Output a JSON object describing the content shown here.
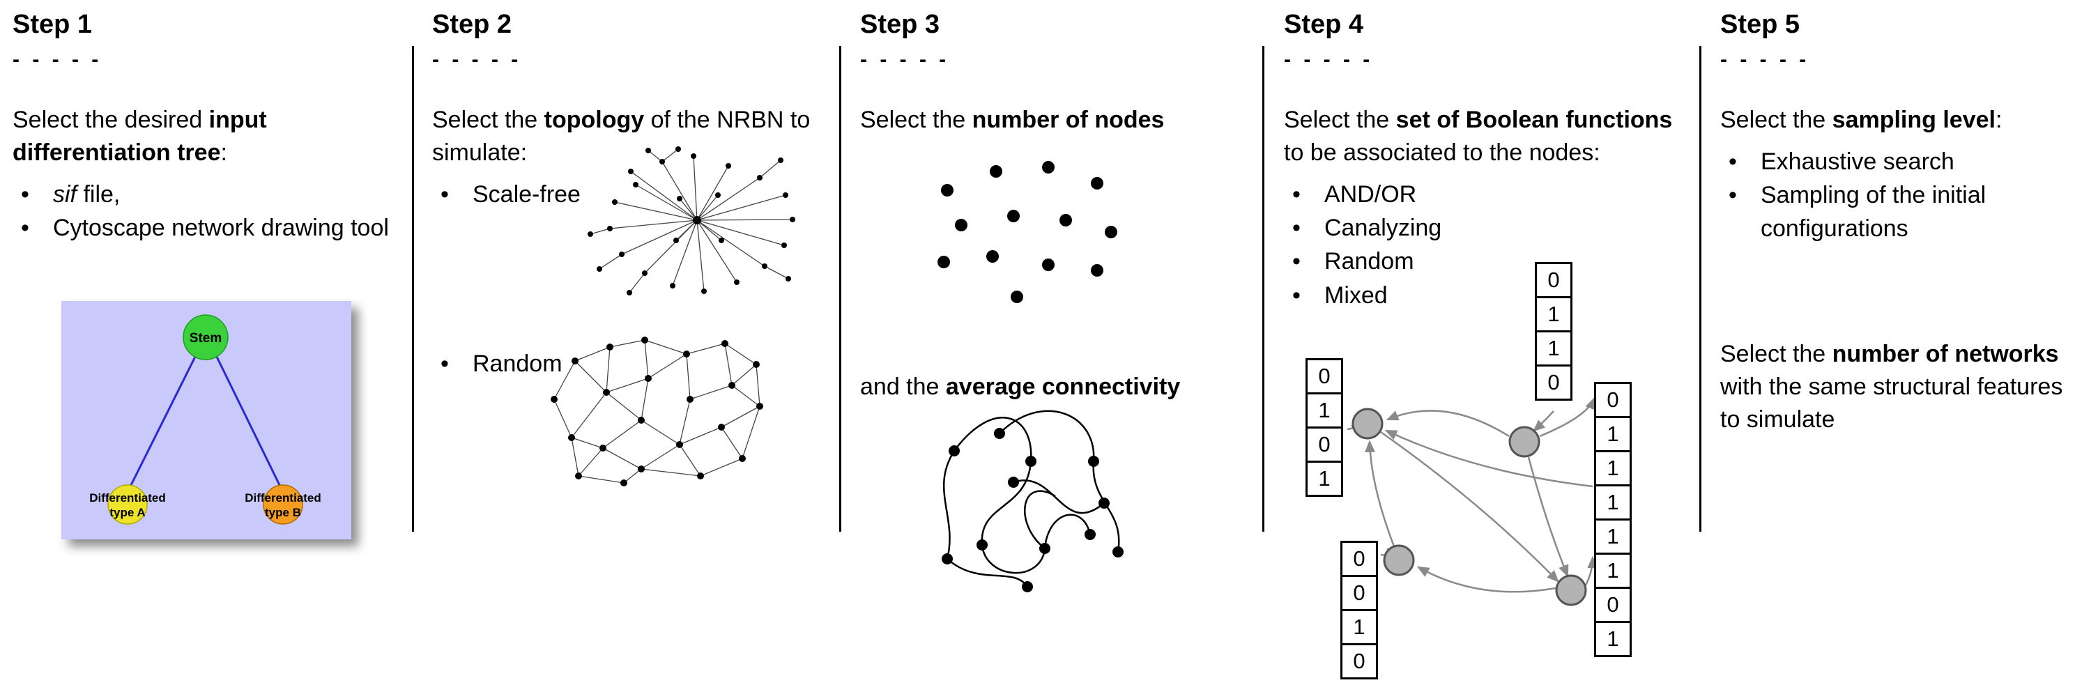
{
  "bullet_char": "•",
  "steps": [
    {
      "title": "Step 1",
      "dashes": "- - - - -",
      "intro": {
        "pre": "Select the desired ",
        "bold": "input differentiation tree",
        "post": ":"
      },
      "bullets": [
        {
          "italic": "sif",
          "rest": " file,"
        },
        {
          "rest": "Cytoscape network drawing tool"
        }
      ],
      "tree": {
        "stem_label": "Stem",
        "type_a_line1": "Differentiated",
        "type_a_line2": "type A",
        "type_b_line1": "Differentiated",
        "type_b_line2": "type B",
        "colors": {
          "background": "#c9c9fb",
          "stem": "#3bd13b",
          "type_a": "#ece32a",
          "type_b": "#f59d20",
          "edge": "#2a2ad0"
        }
      }
    },
    {
      "title": "Step 2",
      "dashes": "- - - - -",
      "intro": {
        "pre": "Select the ",
        "bold": "topology",
        "post": " of the NRBN to simulate:"
      },
      "bullets": [
        {
          "rest": "Scale-free"
        },
        {
          "rest": "Random"
        }
      ]
    },
    {
      "title": "Step 3",
      "dashes": "- - - - -",
      "intro": {
        "pre": "Select the ",
        "bold": "number of nodes",
        "post": ""
      },
      "connectivity": {
        "pre": "and the ",
        "bold": "average connectivity",
        "post": ""
      }
    },
    {
      "title": "Step 4",
      "dashes": "- - - - -",
      "intro": {
        "pre": "Select the ",
        "bold": "set of Boolean functions",
        "post": " to be associated to the nodes:"
      },
      "bullets": [
        {
          "rest": "AND/OR"
        },
        {
          "rest": "Canalyzing"
        },
        {
          "rest": "Random"
        },
        {
          "rest": "Mixed"
        }
      ],
      "node_color": "#b3b3b3",
      "arrow_color": "#8a8a8a",
      "tables": {
        "left": [
          "0",
          "1",
          "0",
          "1"
        ],
        "top": [
          "0",
          "1",
          "1",
          "0"
        ],
        "bottom_left": [
          "0",
          "0",
          "1",
          "0"
        ],
        "right": [
          "0",
          "1",
          "1",
          "1",
          "1",
          "1",
          "0",
          "1"
        ]
      }
    },
    {
      "title": "Step 5",
      "dashes": "- - - - -",
      "intro": {
        "pre": "Select the ",
        "bold": "sampling level",
        "post": ":"
      },
      "bullets": [
        {
          "rest": "Exhaustive search"
        },
        {
          "rest": "Sampling of the initial configurations"
        }
      ],
      "networks": {
        "pre": "Select the ",
        "bold": "number of networks",
        "post": " with the same structural features to simulate"
      }
    }
  ]
}
